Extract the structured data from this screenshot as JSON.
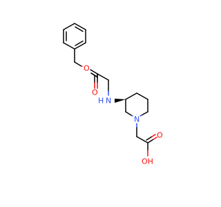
{
  "molecule": {
    "atoms": {
      "ester_o": {
        "text": "O",
        "color": "#ff0d0d"
      },
      "carbonyl_o_1": {
        "text": "O",
        "color": "#ff0d0d"
      },
      "amine_n": {
        "text": "N",
        "color": "#3050f8"
      },
      "amine_h": {
        "text": "H",
        "color": "#3050f8"
      },
      "ring_n": {
        "text": "N",
        "color": "#3050f8"
      },
      "carbonyl_o_2": {
        "text": "O",
        "color": "#ff0d0d"
      },
      "hydroxyl_o": {
        "text": "OH",
        "color": "#ff0d0d"
      }
    },
    "stereo": "wedge"
  }
}
